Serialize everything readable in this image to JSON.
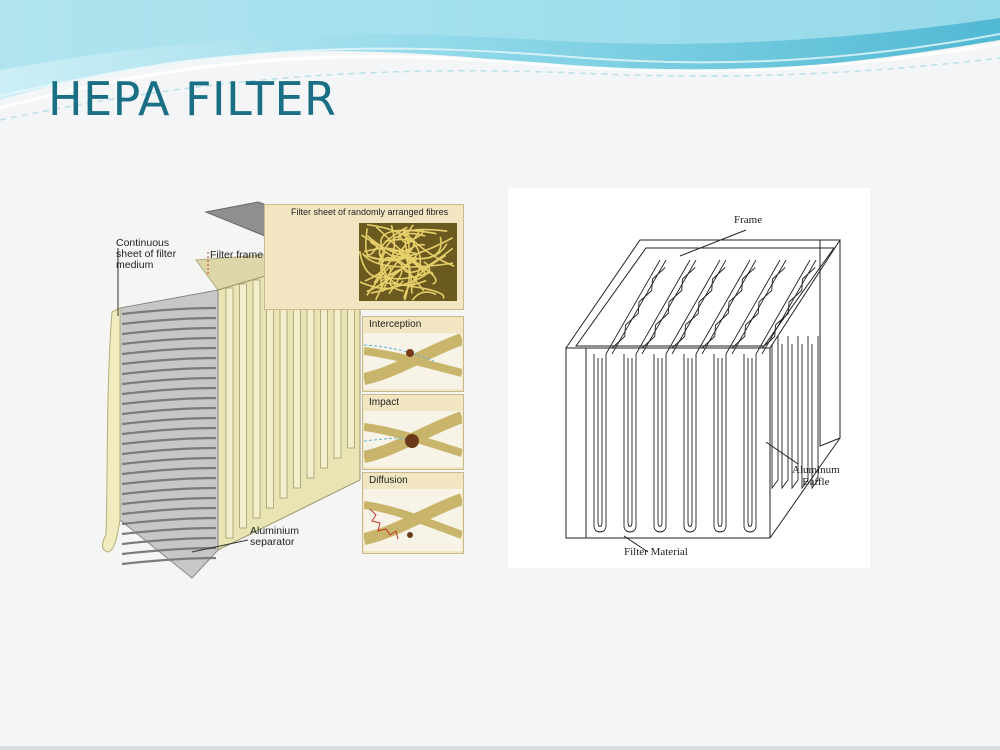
{
  "slide": {
    "title": "HEPA FILTER"
  },
  "left_diagram": {
    "labels": {
      "continuous_sheet": "Continuous\nsheet of filter\nmedium",
      "filter_frame": "Filter frame",
      "fibre_sheet": "Filter sheet of randomly arranged fibres",
      "separator": "Aluminium\nseparator"
    },
    "mechanisms": [
      {
        "name": "Interception"
      },
      {
        "name": "Impact"
      },
      {
        "name": "Diffusion"
      }
    ]
  },
  "right_diagram": {
    "labels": {
      "frame": "Frame",
      "baffle": "Aluminum\nBaffle",
      "filter_material": "Filter Material"
    }
  },
  "colors": {
    "title": "#1b6f84",
    "wave_light": "#bfe9f2",
    "wave_dark": "#5fc3db",
    "pleat": "#f1ecbf",
    "frame_gray": "#8c8c8c",
    "fibre_bg": "#f2e6c2"
  }
}
